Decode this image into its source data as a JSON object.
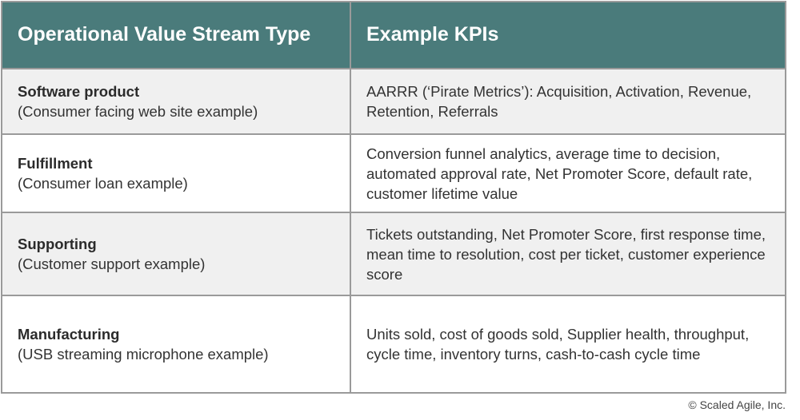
{
  "table": {
    "headers": [
      "Operational Value Stream Type",
      "Example KPIs"
    ],
    "rows": [
      {
        "type": "Software product",
        "example": "(Consumer facing web site example)",
        "kpis": "AARRR (‘Pirate Metrics’): Acquisition, Activation, Revenue, Retention, Referrals"
      },
      {
        "type": "Fulfillment",
        "example": "(Consumer loan example)",
        "kpis": "Conversion funnel analytics, average time to decision, automated approval rate, Net Promoter Score, default rate, customer lifetime value"
      },
      {
        "type": "Supporting",
        "example": "(Customer support example)",
        "kpis": "Tickets outstanding, Net Promoter Score, first response time, mean time to resolution, cost per ticket, customer experience score"
      },
      {
        "type": "Manufacturing",
        "example": "(USB streaming microphone example)",
        "kpis": "Units sold, cost of goods sold, Supplier health, throughput, cycle time, inventory turns, cash-to-cash cycle time"
      }
    ]
  },
  "footer": {
    "copyright": "© Scaled Agile, Inc."
  },
  "colors": {
    "header_bg": "#4a7b7b",
    "header_text": "#ffffff",
    "row_alt_bg": "#f0f0f0",
    "border": "#9a9a9a"
  }
}
